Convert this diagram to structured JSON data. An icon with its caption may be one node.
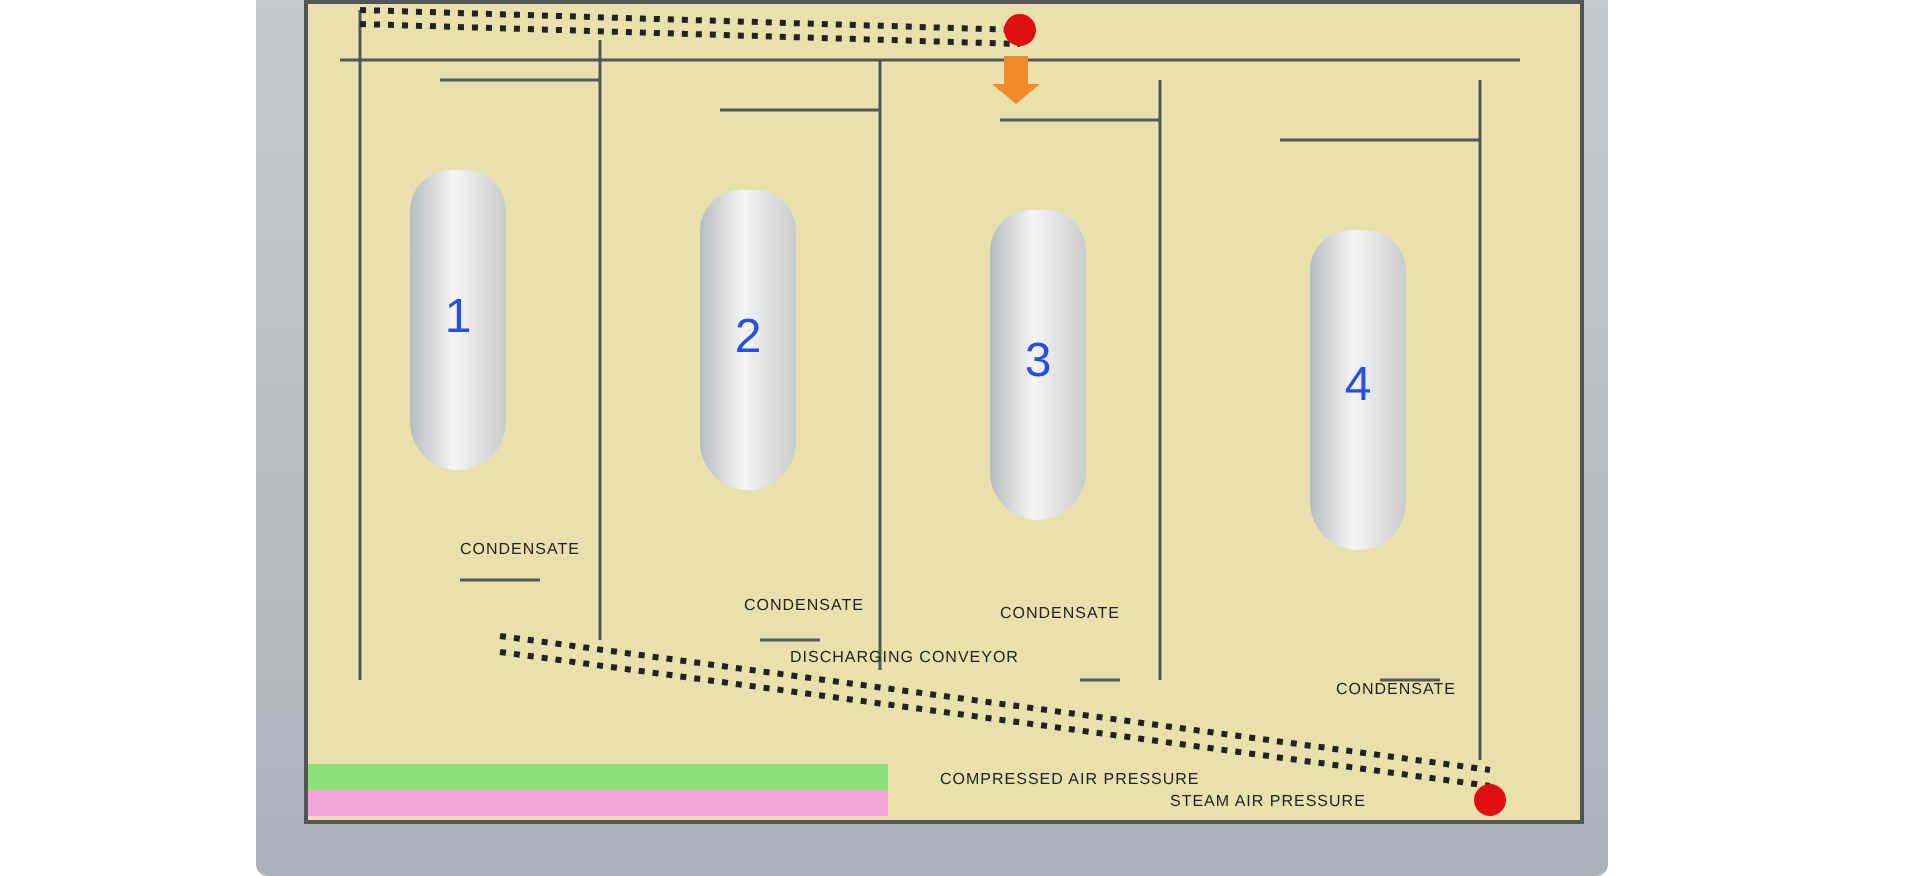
{
  "diagram": {
    "nodes": [
      {
        "text": [
          "1"
        ]
      },
      {
        "text": [
          "2"
        ]
      },
      {
        "text": [
          "3"
        ]
      },
      {
        "text": [
          "4"
        ]
      }
    ],
    "labels": [
      "CONDENSATE",
      "CONDENSATE",
      "CONDENSATE",
      "CONDENSATE",
      "DISCHARGING CONVEYOR",
      "COMPRESSED AIR PRESSURE",
      "STEAM AIR PRESSURE"
    ]
  }
}
